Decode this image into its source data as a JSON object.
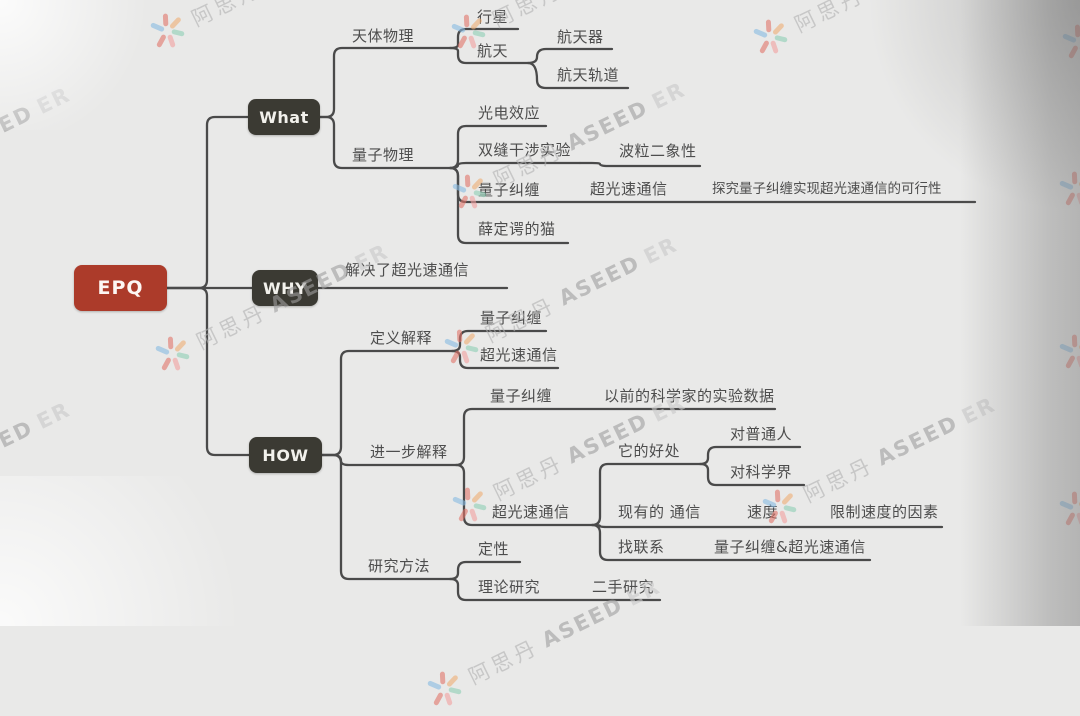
{
  "boxes": [
    {
      "label": "EPQ"
    },
    {
      "label": "What"
    },
    {
      "label": "WHY"
    },
    {
      "label": "HOW"
    }
  ],
  "topics": [
    {
      "label": "天体物理"
    },
    {
      "label": "行星"
    },
    {
      "label": "航天"
    },
    {
      "label": "航天器"
    },
    {
      "label": "航天轨道"
    },
    {
      "label": "量子物理"
    },
    {
      "label": "光电效应"
    },
    {
      "label": "双缝干涉实验"
    },
    {
      "label": "波粒二象性"
    },
    {
      "label": "量子纠缠"
    },
    {
      "label": "超光速通信"
    },
    {
      "label": "探究量子纠缠实现超光速通信的可行性"
    },
    {
      "label": "薛定谔的猫"
    },
    {
      "label": "解决了超光速通信"
    },
    {
      "label": "定义解释"
    },
    {
      "label": "量子纠缠"
    },
    {
      "label": "超光速通信"
    },
    {
      "label": "进一步解释"
    },
    {
      "label": "量子纠缠"
    },
    {
      "label": "以前的科学家的实验数据"
    },
    {
      "label": "它的好处"
    },
    {
      "label": "对普通人"
    },
    {
      "label": "对科学界"
    },
    {
      "label": "超光速通信"
    },
    {
      "label": "现有的 通信"
    },
    {
      "label": "速度"
    },
    {
      "label": "限制速度的因素"
    },
    {
      "label": "找联系"
    },
    {
      "label": "量子纠缠&超光速通信"
    },
    {
      "label": "研究方法"
    },
    {
      "label": "定性"
    },
    {
      "label": "理论研究"
    },
    {
      "label": "二手研究"
    }
  ],
  "watermark": {
    "cn": "阿思丹",
    "brand_strong": "ASEED",
    "brand_light": "ER"
  },
  "colors": {
    "background": "#e9e9e8",
    "root": "#ac3b2a",
    "branch": "#3b3a33",
    "line": "#4a4a4a",
    "text": "#4d4d4d",
    "logo_red": "#e2756a",
    "logo_blue": "#88bbe2",
    "logo_teal": "#8fd0b6",
    "logo_orange": "#efae74",
    "logo_pink": "#f2a0a0"
  }
}
